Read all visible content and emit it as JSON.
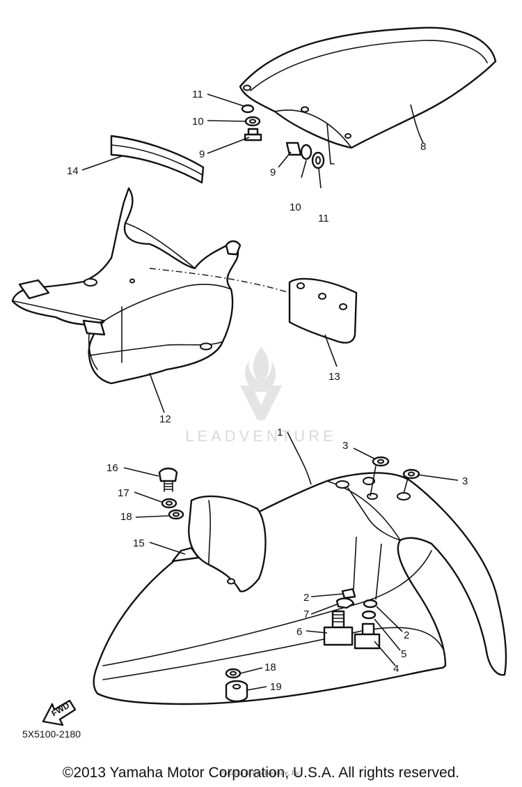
{
  "diagram": {
    "part_numbers": {
      "p1": "1",
      "p2a": "2",
      "p2b": "2",
      "p3a": "3",
      "p3b": "3",
      "p4": "4",
      "p5": "5",
      "p6": "6",
      "p7": "7",
      "p8": "8",
      "p9a": "9",
      "p9b": "9",
      "p10a": "10",
      "p10b": "10",
      "p11a": "11",
      "p11b": "11",
      "p12": "12",
      "p13": "13",
      "p14": "14",
      "p15": "15",
      "p16": "16",
      "p17": "17",
      "p18a": "18",
      "p18b": "18",
      "p19": "19"
    },
    "fwd_label": "FWD",
    "diagram_code": "5X5100-2180",
    "faint_caption": "Partzilla & LeadVenture, Inc."
  },
  "watermark": {
    "text": "LEADVENTURE"
  },
  "footer": {
    "copyright": "©2013 Yamaha Motor Corporation, U.S.A. All rights reserved."
  }
}
